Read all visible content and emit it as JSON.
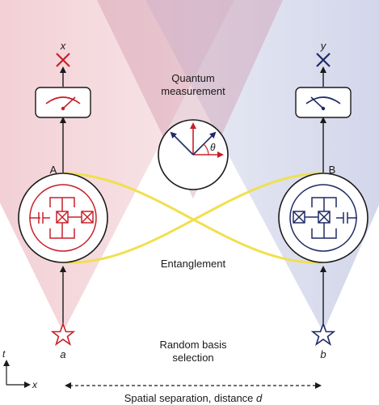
{
  "labels": {
    "quantum_measurement_line1": "Quantum",
    "quantum_measurement_line2": "measurement",
    "entanglement": "Entanglement",
    "random_basis_line1": "Random basis",
    "random_basis_line2": "selection",
    "spatial_separation": "Spatial separation, distance",
    "distance_symbol": "d",
    "node_a_label": "A",
    "node_b_label": "B",
    "output_left": "x",
    "output_right": "y",
    "input_left": "a",
    "input_right": "b",
    "axis_t": "t",
    "axis_x": "x",
    "theta": "θ"
  },
  "colors": {
    "red": "#c8202a",
    "navy": "#1f2a66",
    "yellow": "#f2e35a",
    "cone_red": "#d88a96",
    "cone_blue": "#9aa3cc",
    "ink": "#1a1a1a"
  },
  "icons": {
    "left_output": "cross-icon",
    "right_output": "cross-icon",
    "left_input": "star-icon",
    "right_input": "star-icon",
    "meters": "gauge-meter-icon",
    "circuits": "superconducting-qubit-icon"
  }
}
